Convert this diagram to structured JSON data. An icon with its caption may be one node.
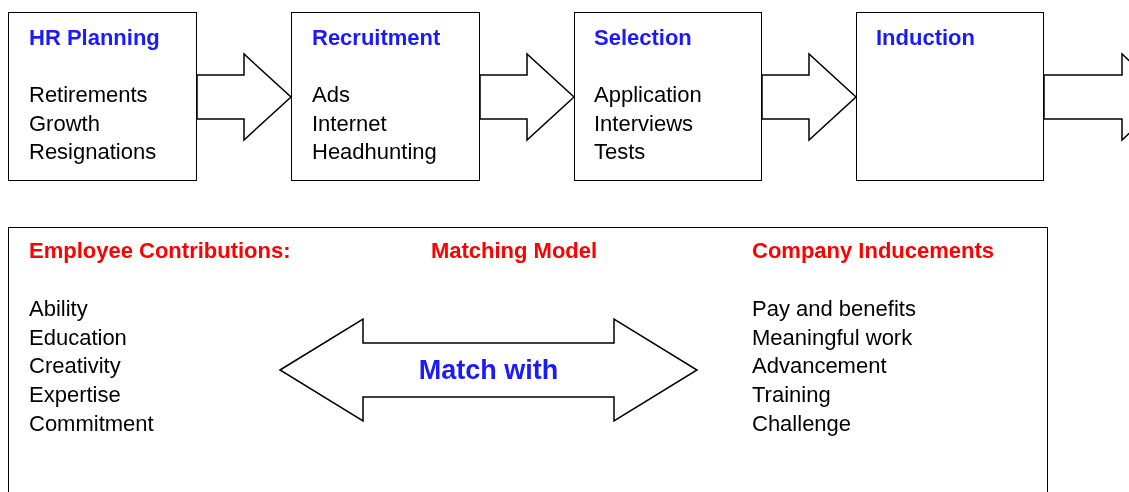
{
  "diagram": {
    "nodes": [
      {
        "text": [
          "HR Planning",
          "Retirements",
          "Growth",
          "Resignations"
        ]
      },
      {
        "text": [
          "Recruitment",
          "Ads",
          "Internet",
          "Headhunting"
        ]
      },
      {
        "text": [
          "Selection",
          "Application",
          "Interviews",
          "Tests"
        ]
      },
      {
        "text": [
          "Induction"
        ]
      },
      {
        "text": [
          "Matching Model"
        ]
      },
      {
        "text": [
          "Employee Contributions:",
          "Ability",
          "Education",
          "Creativity",
          "Expertise",
          "Commitment"
        ],
        "in": 4
      },
      {
        "text": [
          "Company Inducements",
          "Pay and benefits",
          "Meaningful work",
          "Advancement",
          "Training",
          "Challenge"
        ],
        "in": 4
      }
    ],
    "edges": [
      {
        "from": 0,
        "to": 1,
        "arrow": "to"
      },
      {
        "from": 1,
        "to": 2,
        "arrow": "to"
      },
      {
        "from": 2,
        "to": 3,
        "arrow": "to"
      },
      {
        "from": 3,
        "to": null,
        "arrow": "to"
      },
      {
        "from": 5,
        "to": 6,
        "arrow": "both",
        "label": "Match with"
      }
    ]
  }
}
